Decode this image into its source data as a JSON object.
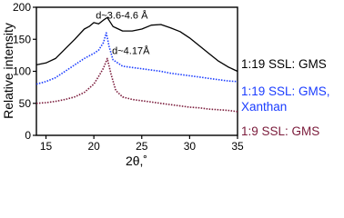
{
  "chart_data": {
    "type": "line",
    "title": "",
    "xlabel": "2θ,˚",
    "ylabel": "Relative intensity",
    "xlim": [
      14,
      35
    ],
    "ylim": [
      0,
      200
    ],
    "xticks": [
      15,
      20,
      25,
      30,
      35
    ],
    "yticks": [
      0,
      50,
      100,
      150,
      200
    ],
    "grid": false,
    "legend_position": "right",
    "series": [
      {
        "name": "1:19 SSL: GMS",
        "color": "#000000",
        "style": "solid",
        "x": [
          14,
          15,
          16,
          17,
          18,
          19,
          19.5,
          20,
          20.5,
          21,
          21.4,
          22,
          23,
          24,
          25,
          26,
          27,
          28,
          29,
          30,
          31,
          32,
          33,
          34,
          35
        ],
        "y": [
          110,
          113,
          120,
          135,
          150,
          166,
          170,
          176,
          174,
          180,
          184,
          170,
          163,
          163,
          166,
          172,
          173,
          168,
          162,
          152,
          140,
          128,
          116,
          107,
          100
        ]
      },
      {
        "name": "1:19 SSL: GMS, Xanthan",
        "color": "#1a3cff",
        "style": "dotted",
        "x": [
          14,
          15,
          16,
          17,
          18,
          19,
          20,
          20.5,
          21,
          21.3,
          21.6,
          22,
          23,
          24,
          25,
          26,
          27,
          28,
          29,
          30,
          31,
          32,
          33,
          34,
          35
        ],
        "y": [
          80,
          84,
          90,
          100,
          110,
          120,
          128,
          133,
          145,
          160,
          138,
          118,
          108,
          106,
          104,
          102,
          100,
          97,
          95,
          93,
          91,
          89,
          87,
          85,
          84
        ]
      },
      {
        "name": "1:9 SSL: GMS",
        "color": "#7a1a3a",
        "style": "dotted",
        "x": [
          14,
          15,
          16,
          17,
          18,
          19,
          20,
          20.5,
          21,
          21.4,
          21.8,
          22.3,
          23,
          24,
          25,
          26,
          27,
          28,
          29,
          30,
          31,
          32,
          33,
          34,
          35
        ],
        "y": [
          50,
          51,
          53,
          56,
          60,
          67,
          80,
          92,
          105,
          120,
          95,
          70,
          60,
          56,
          54,
          52,
          50,
          48,
          46,
          44,
          43,
          41,
          40,
          39,
          37
        ]
      }
    ],
    "annotations": [
      {
        "text": "d~3.6-4.6 Å",
        "x": 20.2,
        "y": 182
      },
      {
        "text": "d~4.17Å",
        "x": 21.9,
        "y": 127
      }
    ]
  }
}
